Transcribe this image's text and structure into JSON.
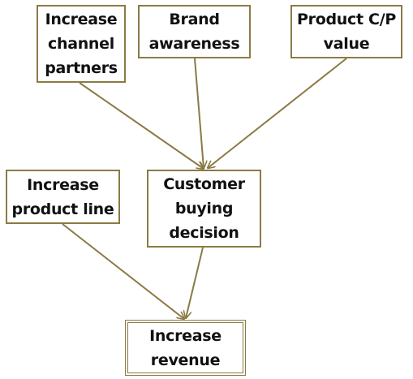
{
  "diagram": {
    "line_color": "#8a7a45",
    "nodes": {
      "channel_partners": {
        "label": "Increase\nchannel\npartners"
      },
      "brand_awareness": {
        "label": "Brand\nawareness"
      },
      "product_cp_value": {
        "label": "Product C/P\nvalue"
      },
      "product_line": {
        "label": "Increase\nproduct line"
      },
      "customer_buying": {
        "label": "Customer\nbuying\ndecision"
      },
      "revenue": {
        "label": "Increase\nrevenue"
      }
    },
    "edges": [
      {
        "from": "channel_partners",
        "to": "customer_buying"
      },
      {
        "from": "brand_awareness",
        "to": "customer_buying"
      },
      {
        "from": "product_cp_value",
        "to": "customer_buying"
      },
      {
        "from": "product_line",
        "to": "revenue"
      },
      {
        "from": "customer_buying",
        "to": "revenue"
      }
    ]
  }
}
